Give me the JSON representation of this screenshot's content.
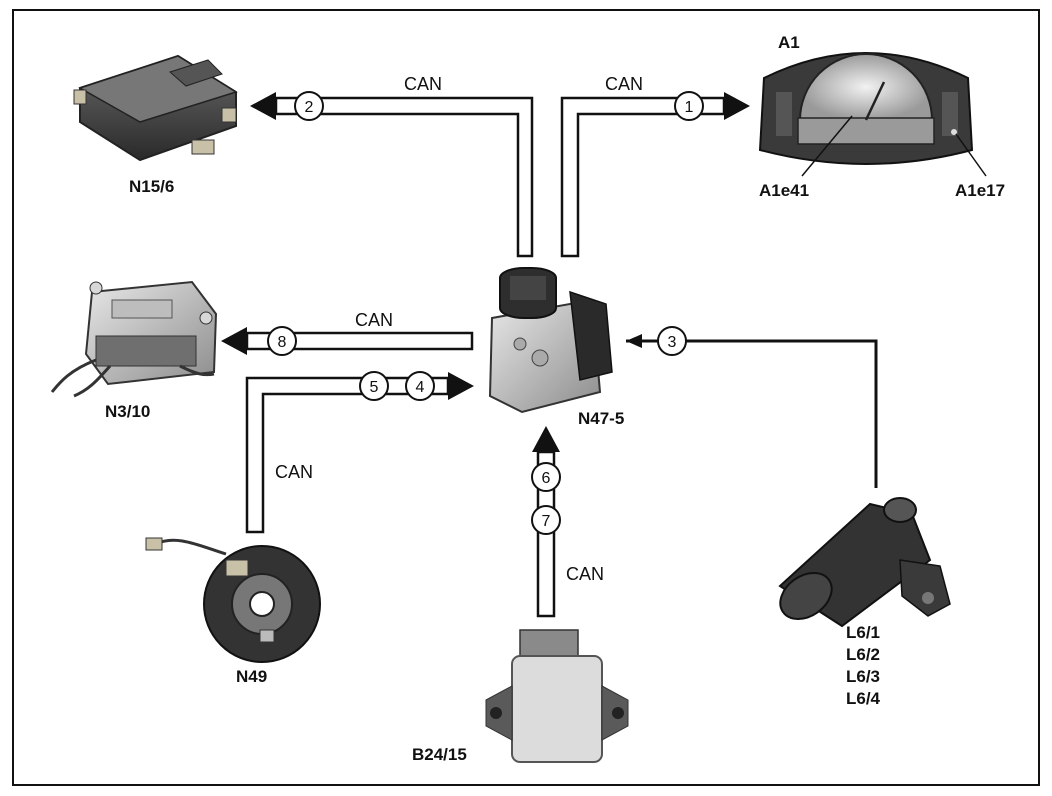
{
  "bus_label": "CAN",
  "components": {
    "n15_6": "N15/6",
    "a1": "A1",
    "a1e41": "A1e41",
    "a1e17": "A1e17",
    "n3_10": "N3/10",
    "n47_5": "N47-5",
    "n49": "N49",
    "b24_15": "B24/15",
    "l6_1": "L6/1",
    "l6_2": "L6/2",
    "l6_3": "L6/3",
    "l6_4": "L6/4"
  },
  "signals": {
    "s1": "1",
    "s2": "2",
    "s3": "3",
    "s4": "4",
    "s5": "5",
    "s6": "6",
    "s7": "7",
    "s8": "8"
  }
}
